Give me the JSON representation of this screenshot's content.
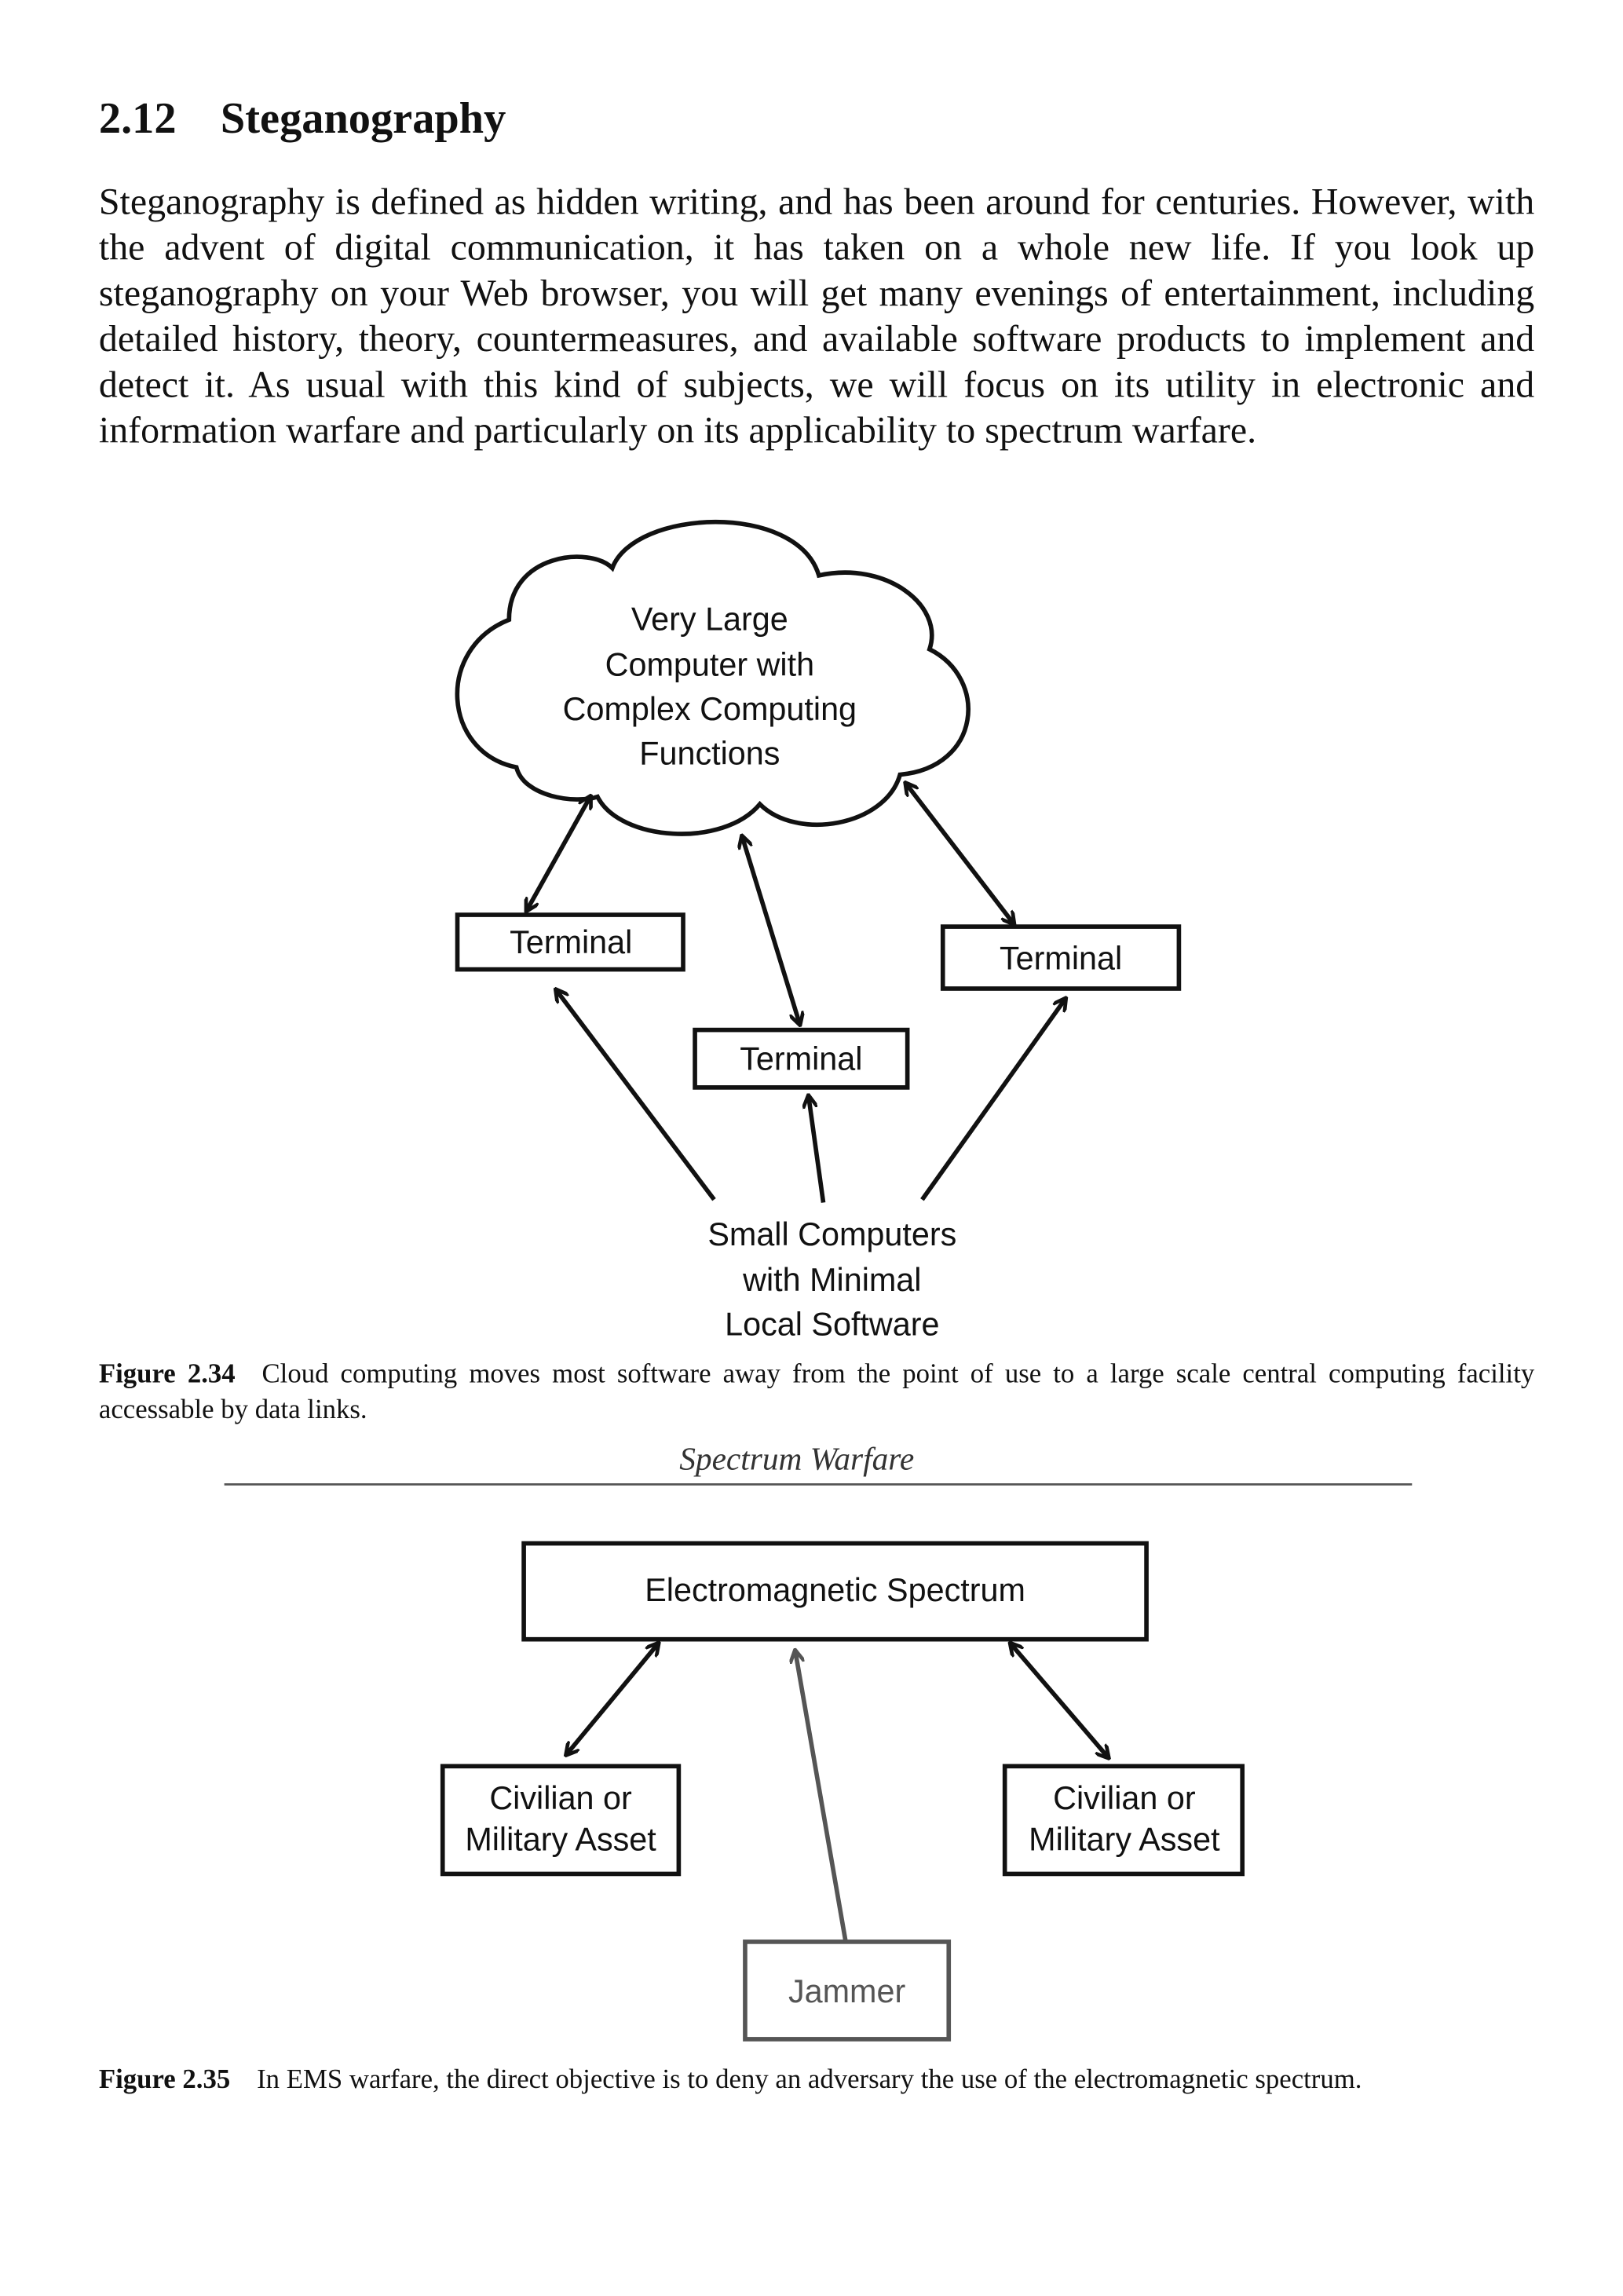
{
  "section": {
    "number": "2.12",
    "title": "Steganography"
  },
  "paragraph": "Steganography is defined as hidden writing, and has been around for centuries. However, with the advent of digital communication, it has taken on a whole new life. If you look up steganography on your Web browser, you will get many evenings of entertainment, including detailed history, theory, countermeasures, and available software products to implement and detect it. As usual with this kind of subjects, we will focus on its utility in electronic and information warfare and particularly on its applicability to spectrum warfare.",
  "figure1": {
    "cloud_lines": [
      "Very Large",
      "Computer with",
      "Complex  Computing",
      "Functions"
    ],
    "terminals": [
      "Terminal",
      "Terminal",
      "Terminal"
    ],
    "small_lines": [
      "Small Computers",
      "with Minimal",
      "Local Software"
    ],
    "caption_label": "Figure 2.34",
    "caption": "Cloud computing moves most software away from the point of use to a large scale central computing facility accessable by data links."
  },
  "running_head": "Spectrum Warfare",
  "figure2": {
    "spectrum": "Electromagnetic Spectrum",
    "asset_lines": [
      "Civilian or",
      "Military Asset"
    ],
    "jammer": "Jammer",
    "caption_label": "Figure 2.35",
    "caption": "In EMS warfare, the direct objective is to deny an adversary the use of the electromagnetic spectrum."
  }
}
